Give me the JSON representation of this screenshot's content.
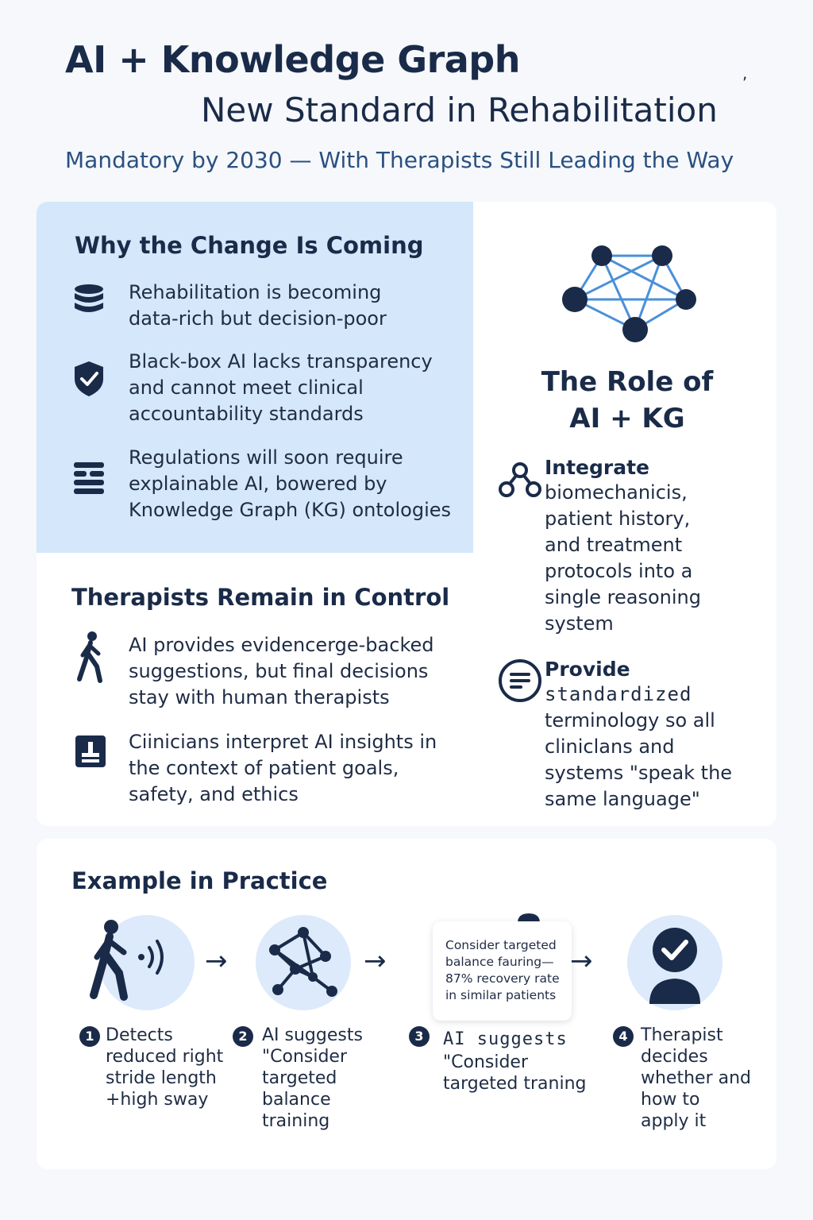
{
  "header": {
    "title": "AI + Knowledge Graph",
    "tagline": "New Standard in Rehabilitation",
    "subtitle": "Mandatory by 2030 — With Therapists Still Leading the Way",
    "mark": ","
  },
  "why": {
    "title": "Why the Change Is Coming",
    "items": [
      {
        "icon": "database-icon",
        "text": "Rehabilitation is becoming data-rich but decision-poor"
      },
      {
        "icon": "shield-check-icon",
        "text": "Black-box AI lacks transparency and cannot meet clinical accountability standards"
      },
      {
        "icon": "regulation-list-icon",
        "text": "Regulations will soon require explainable AI, bowered by Knowledge Graph (KG) ontologies"
      }
    ]
  },
  "control": {
    "title": "Therapists Remain in Control",
    "items": [
      {
        "icon": "walking-person-icon",
        "text": "AI provides evidencerge-backed suggestions, but final decisions stay with human therapists"
      },
      {
        "icon": "clipboard-icon",
        "text": "Ciinicians interpret AI insights in the context of patient goals, safety, and ethics"
      }
    ]
  },
  "role": {
    "title_line1": "The Role of",
    "title_line2": "AI + KG",
    "items": [
      {
        "icon": "nodes-icon",
        "head": "Integrate",
        "body": "biomechanicis, patient history, and treatment protocols into a single reasoning system"
      },
      {
        "icon": "text-lines-icon",
        "head": "Provide",
        "body_mono": "standardized",
        "body": "terminology so all cliniclans and systems \"speak the same language\""
      }
    ]
  },
  "example": {
    "title": "Example in Practice",
    "bubble": "Consider targeted balance fauring— 87% recovery rate in similar patients",
    "steps": [
      {
        "num": "1",
        "icon": "walking-sensor-icon",
        "text": "Detects reduced right stride length +high sway"
      },
      {
        "num": "2",
        "icon": "knowledge-graph-icon",
        "text": "AI suggests \"Consider targeted balance training"
      },
      {
        "num": "3",
        "icon": "person-icon",
        "text_mono": "AI suggests",
        "text": "\"Consider targeted traning"
      },
      {
        "num": "4",
        "icon": "check-user-icon",
        "text": "Therapist decides whether and how to apply  it"
      }
    ],
    "arrow": "→"
  },
  "colors": {
    "navy": "#1a2b49",
    "accent_blue": "#4a90d9",
    "panel_blue": "#d4e7fb",
    "circle_blue": "#dceafb"
  }
}
